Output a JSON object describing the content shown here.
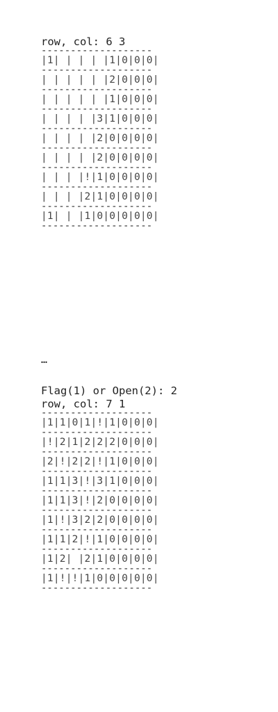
{
  "console": {
    "block1": {
      "prompt": "row, col: 6 3",
      "separator": "-------------------",
      "rows": [
        "|1| | | | |1|0|0|0|",
        "| | | | | |2|0|0|0|",
        "| | | | | |1|0|0|0|",
        "| | | | |3|1|0|0|0|",
        "| | | | |2|0|0|0|0|",
        "| | | | |2|0|0|0|0|",
        "| | | |!|1|0|0|0|0|",
        "| | | |2|1|0|0|0|0|",
        "|1| | |1|0|0|0|0|0|"
      ]
    },
    "ellipsis": "…",
    "block2": {
      "question": "Flag(1) or Open(2): 2",
      "prompt": "row, col: 7 1",
      "separator": "-------------------",
      "rows": [
        "|1|1|0|1|!|1|0|0|0|",
        "|!|2|1|2|2|2|0|0|0|",
        "|2|!|2|2|!|1|0|0|0|",
        "|1|1|3|!|3|1|0|0|0|",
        "|1|1|3|!|2|0|0|0|0|",
        "|1|!|3|2|2|0|0|0|0|",
        "|1|1|2|!|1|0|0|0|0|",
        "|1|2| |2|1|0|0|0|0|",
        "|1|!|!|1|0|0|0|0|0|"
      ]
    }
  }
}
